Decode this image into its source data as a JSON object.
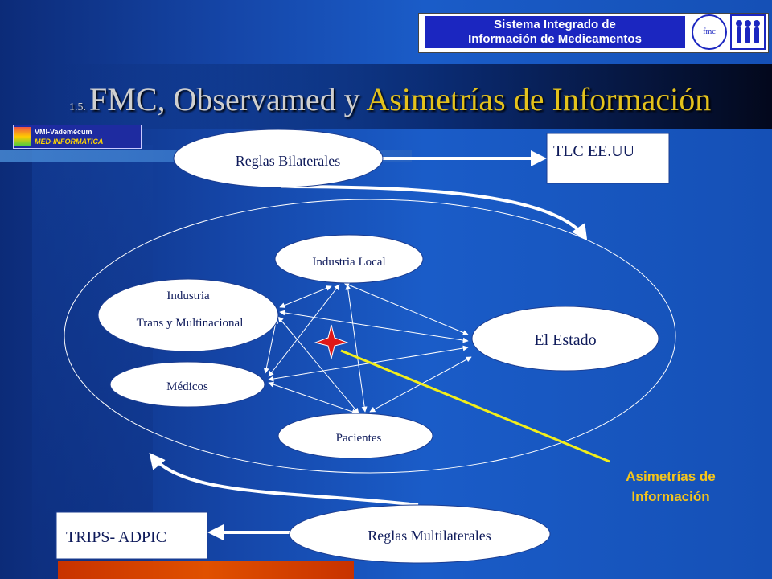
{
  "header": {
    "logo_line1": "Sistema Integrado de",
    "logo_line2": "Información de Medicamentos",
    "seal_text": "fmc",
    "vmi_line1": "VMI-Vademécum",
    "vmi_line2": "MED-INFORMATICA"
  },
  "slide": {
    "title_number": "1.5.",
    "title_part1": "FMC, Observamed y",
    "title_highlight": "Asimetrías de Información"
  },
  "diagram": {
    "reglas_bilaterales": "Reglas Bilaterales",
    "tlc": "TLC EE.UU",
    "industria_local": "Industria Local",
    "industria_line1": "Industria",
    "industria_line2": "Trans y Multinacional",
    "el_estado": "El Estado",
    "medicos": "Médicos",
    "pacientes": "Pacientes",
    "asimetrias_line1": "Asimetrías de",
    "asimetrias_line2": "Información",
    "trips": "TRIPS- ADPIC",
    "reglas_multilaterales": "Reglas Multilaterales"
  },
  "colors": {
    "background": "#1a5cc8",
    "title_highlight": "#e4c21c",
    "callout_line": "#f2ee1a",
    "star": "#e01818"
  }
}
